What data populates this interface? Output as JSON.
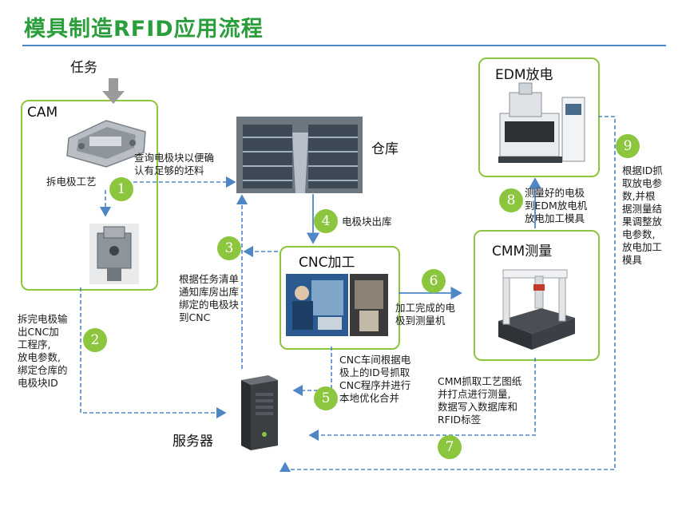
{
  "title": "模具制造RFID应用流程",
  "nodes": {
    "task": "任务",
    "cam": "CAM",
    "warehouse": "仓库",
    "cnc": "CNC加工",
    "cmm": "CMM测量",
    "edm": "EDM放电",
    "server": "服务器"
  },
  "labels": {
    "cam_process": "拆电极工艺",
    "query_line1": "查询电极块以便确",
    "query_line2": "认有足够的坯料",
    "step2_line1": "拆完电极输",
    "step2_line2": "出CNC加",
    "step2_line3": "工程序,",
    "step2_line4": "放电参数,",
    "step2_line5": "绑定仓库的",
    "step2_line6": "电极块ID",
    "step3_line1": "根据任务清单",
    "step3_line2": "通知库房出库",
    "step3_line3": "绑定的电极块",
    "step3_line4": "到CNC",
    "step4": "电极块出库",
    "step5_line1": "CNC车间根据电",
    "step5_line2": "极上的ID号抓取",
    "step5_line3": "CNC程序并进行",
    "step5_line4": "本地优化合并",
    "step6_line1": "加工完成的电",
    "step6_line2": "极到测量机",
    "step7_line1": "CMM抓取工艺图纸",
    "step7_line2": "并打点进行测量,",
    "step7_line3": "数据写入数据库和",
    "step7_line4": "RFID标签",
    "step8_line1": "测量好的电极",
    "step8_line2": "到EDM放电机",
    "step8_line3": "放电加工模具",
    "step9_line1": "根据ID抓",
    "step9_line2": "取放电参",
    "step9_line3": "数,并根",
    "step9_line4": "据测量结",
    "step9_line5": "果调整放",
    "step9_line6": "电参数,",
    "step9_line7": "放电加工",
    "step9_line8": "模具"
  },
  "steps": [
    "1",
    "2",
    "3",
    "4",
    "5",
    "6",
    "7",
    "8",
    "9"
  ],
  "colors": {
    "green": "#8cc63f",
    "title_green": "#2a9e3b",
    "arrow_blue": "#4f86c6"
  }
}
